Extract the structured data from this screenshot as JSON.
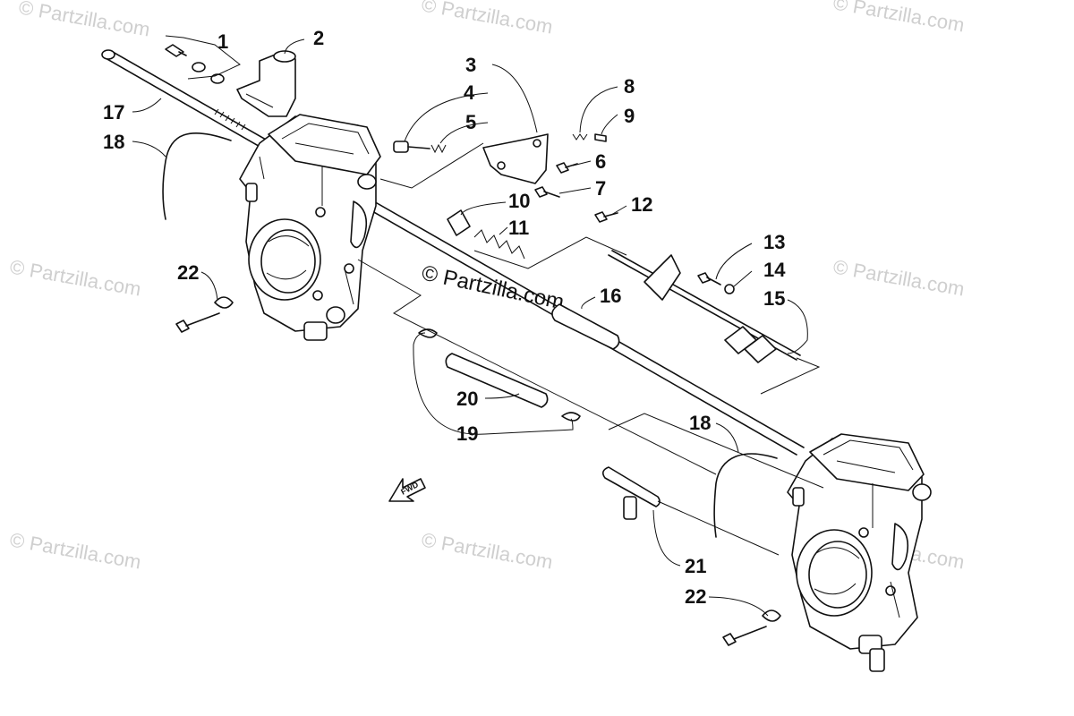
{
  "watermark": "© Partzilla.com",
  "center_watermark": "© Partzilla.com",
  "fwd_label": "FWD",
  "callouts": {
    "c1": "1",
    "c2": "2",
    "c3": "3",
    "c4": "4",
    "c5": "5",
    "c6": "6",
    "c7": "7",
    "c8": "8",
    "c9": "9",
    "c10": "10",
    "c11": "11",
    "c12": "12",
    "c13": "13",
    "c14": "14",
    "c15": "15",
    "c16": "16",
    "c17": "17",
    "c18a": "18",
    "c18b": "18",
    "c19": "19",
    "c20": "20",
    "c21": "21",
    "c22a": "22",
    "c22b": "22"
  }
}
